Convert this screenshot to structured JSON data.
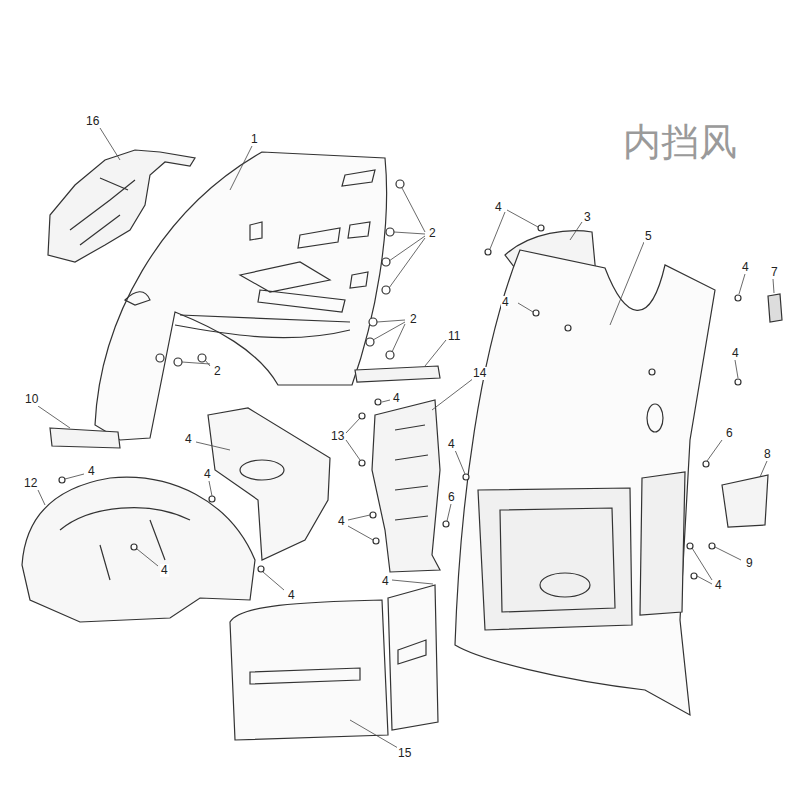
{
  "diagram": {
    "labels": [
      "内挡风",
      "16",
      "1",
      "3",
      "4",
      "2",
      "5",
      "4",
      "7",
      "4",
      "2",
      "11",
      "4",
      "14",
      "2",
      "10",
      "4",
      "13",
      "4",
      "6",
      "4",
      "8",
      "4",
      "12",
      "4",
      "6",
      "4",
      "4",
      "4",
      "9",
      "4",
      "4",
      "15"
    ]
  }
}
